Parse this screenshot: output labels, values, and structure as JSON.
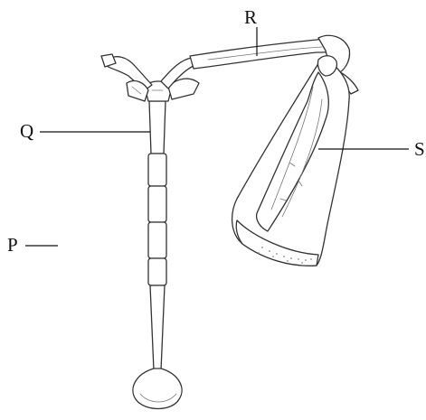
{
  "figure": {
    "labels": {
      "P": "P",
      "Q": "Q",
      "R": "R",
      "S": "S"
    }
  }
}
